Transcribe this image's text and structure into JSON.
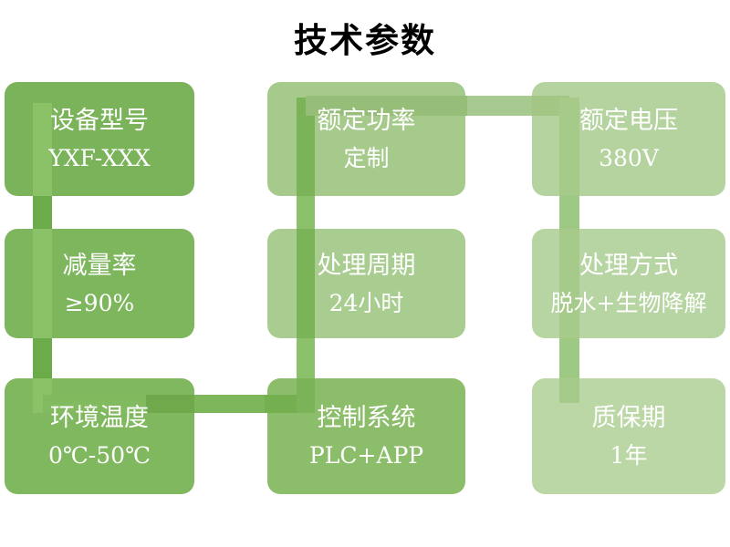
{
  "title": "技术参数",
  "boxes": [
    {
      "label": "设备型号",
      "value": "YXF-XXX"
    },
    {
      "label": "额定功率",
      "value": "定制"
    },
    {
      "label": "额定电压",
      "value": "380V"
    },
    {
      "label": "减量率",
      "value": "≥90%"
    },
    {
      "label": "处理周期",
      "value": "24小时"
    },
    {
      "label": "处理方式",
      "value": "脱水+生物降解"
    },
    {
      "label": "环境温度",
      "value": "0℃-50℃"
    },
    {
      "label": "控制系统",
      "value": "PLC+APP"
    },
    {
      "label": "质保期",
      "value": "1年"
    }
  ],
  "flow_path": [
    "设备型号",
    "减量率",
    "环境温度",
    "控制系统",
    "处理周期",
    "额定功率",
    "额定电压",
    "处理方式",
    "质保期"
  ],
  "colors": {
    "background": "#FFFFFF",
    "title_text": "#000000",
    "box_text": "#FFFFFF",
    "box_greens": [
      "#7BB35A",
      "#A6CA8C",
      "#B4D39E",
      "#7EB65E",
      "#A9CD91",
      "#B7D5A2",
      "#80B85F",
      "#8CBD6B",
      "#BAD7A5"
    ],
    "connector_over_box": "#8BC167",
    "connector_over_gap": "#6CAB49"
  }
}
